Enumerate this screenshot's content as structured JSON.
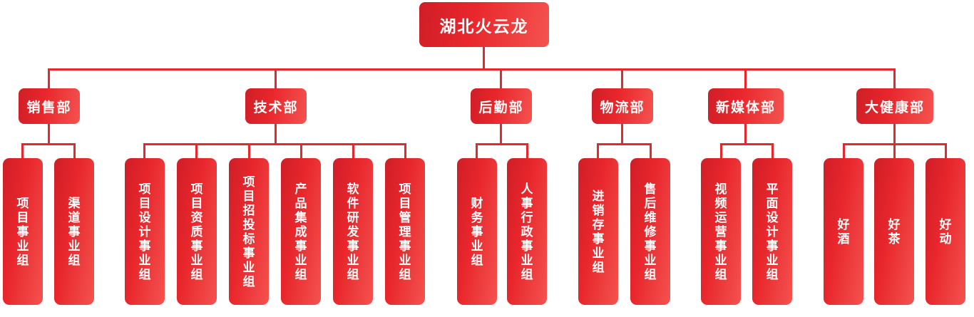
{
  "org": {
    "root": {
      "label": "湖北火云龙"
    },
    "departments": [
      {
        "label": "销售部",
        "children": [
          "项目事业组",
          "渠道事业组"
        ]
      },
      {
        "label": "技术部",
        "children": [
          "项目设计事业组",
          "项目资质事业组",
          "项目招投标事业组",
          "产品集成事业组",
          "软件研发事业组",
          "项目管理事业组"
        ]
      },
      {
        "label": "后勤部",
        "children": [
          "财务事业组",
          "人事行政事业组"
        ]
      },
      {
        "label": "物流部",
        "children": [
          "进销存事业组",
          "售后维修事业组"
        ]
      },
      {
        "label": "新媒体部",
        "children": [
          "视频运营事业组",
          "平面设计事业组"
        ]
      },
      {
        "label": "大健康部",
        "children": [
          "好酒",
          "好茶",
          "好动"
        ]
      }
    ],
    "colors": {
      "box_gradient_dark": "#cf1e27",
      "box_gradient_mid": "#e8262c",
      "box_gradient_light": "#f4534f",
      "connector_line": "#e8262c",
      "text": "#ffffff",
      "background": "#ffffff"
    }
  }
}
